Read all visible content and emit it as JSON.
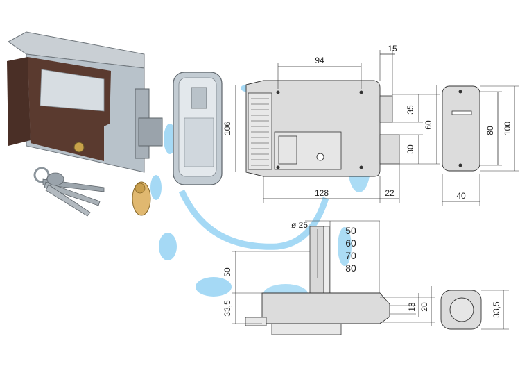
{
  "front_view": {
    "dim_top": "94",
    "dim_top_right": "15",
    "dim_height_left": "106",
    "dim_bottom_left": "128",
    "dim_bottom_right": "22",
    "dim_right_upper": "35",
    "dim_right_lower": "30",
    "dim_right_total": "60"
  },
  "striker_view": {
    "dim_inner": "80",
    "dim_outer": "100",
    "dim_width": "40"
  },
  "bottom_view": {
    "dim_cylinder": "ø 25",
    "dim_left_upper": "50",
    "dim_left_lower": "33,5",
    "cylinder_lengths": [
      "50",
      "60",
      "70",
      "80"
    ],
    "dim_right_small": "13",
    "dim_right_large": "20"
  },
  "striker_side_view": {
    "dim_height": "33,5"
  },
  "colors": {
    "accent_blue": "#7fc4ec",
    "line": "#333333",
    "body_fill": "#dcdcdc"
  }
}
